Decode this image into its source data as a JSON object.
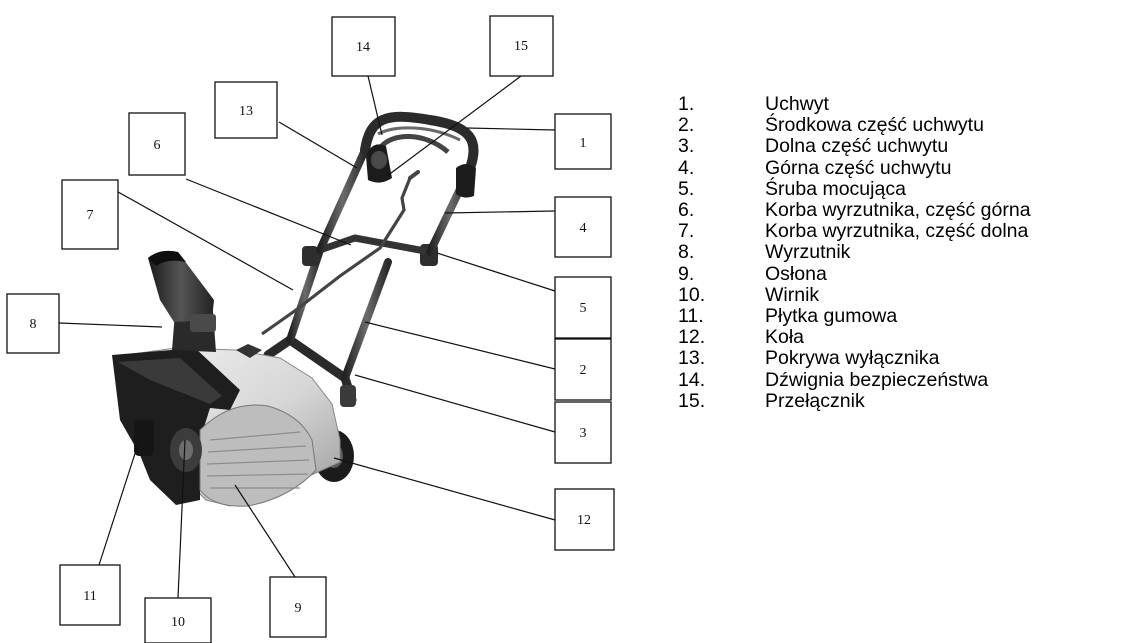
{
  "callouts": [
    {
      "num": "1",
      "label": "Uchwyt"
    },
    {
      "num": "2",
      "label": "Środkowa część uchwytu"
    },
    {
      "num": "3",
      "label": "Dolna część uchwytu"
    },
    {
      "num": "4",
      "label": "Górna część uchwytu"
    },
    {
      "num": "5",
      "label": "Śruba mocująca"
    },
    {
      "num": "6",
      "label": "Korba wyrzutnika, część górna"
    },
    {
      "num": "7",
      "label": "Korba wyrzutnika, część dolna"
    },
    {
      "num": "8",
      "label": "Wyrzutnik"
    },
    {
      "num": "9",
      "label": "Osłona"
    },
    {
      "num": "10",
      "label": "Wirnik"
    },
    {
      "num": "11",
      "label": "Płytka gumowa"
    },
    {
      "num": "12",
      "label": "Koła"
    },
    {
      "num": "13",
      "label": "Pokrywa wyłącznika"
    },
    {
      "num": "14",
      "label": "Dźwignia bezpieczeństwa"
    },
    {
      "num": "15",
      "label": "Przełącznik"
    }
  ],
  "legend": [
    {
      "num": "1.",
      "label": "Uchwyt"
    },
    {
      "num": "2.",
      "label": "Środkowa część uchwytu"
    },
    {
      "num": "3.",
      "label": "Dolna część uchwytu"
    },
    {
      "num": "4.",
      "label": "Górna część uchwytu"
    },
    {
      "num": "5.",
      "label": "Śruba mocująca"
    },
    {
      "num": "6.",
      "label": "Korba wyrzutnika, część górna"
    },
    {
      "num": "7.",
      "label": "Korba wyrzutnika, część dolna"
    },
    {
      "num": "8.",
      "label": "Wyrzutnik"
    },
    {
      "num": "9.",
      "label": "Osłona"
    },
    {
      "num": "10.",
      "label": "Wirnik"
    },
    {
      "num": "11.",
      "label": "Płytka gumowa"
    },
    {
      "num": "12.",
      "label": "Koła"
    },
    {
      "num": "13.",
      "label": "Pokrywa wyłącznika"
    },
    {
      "num": "14.",
      "label": "Dźwignia bezpieczeństwa"
    },
    {
      "num": "15.",
      "label": "Przełącznik"
    }
  ]
}
